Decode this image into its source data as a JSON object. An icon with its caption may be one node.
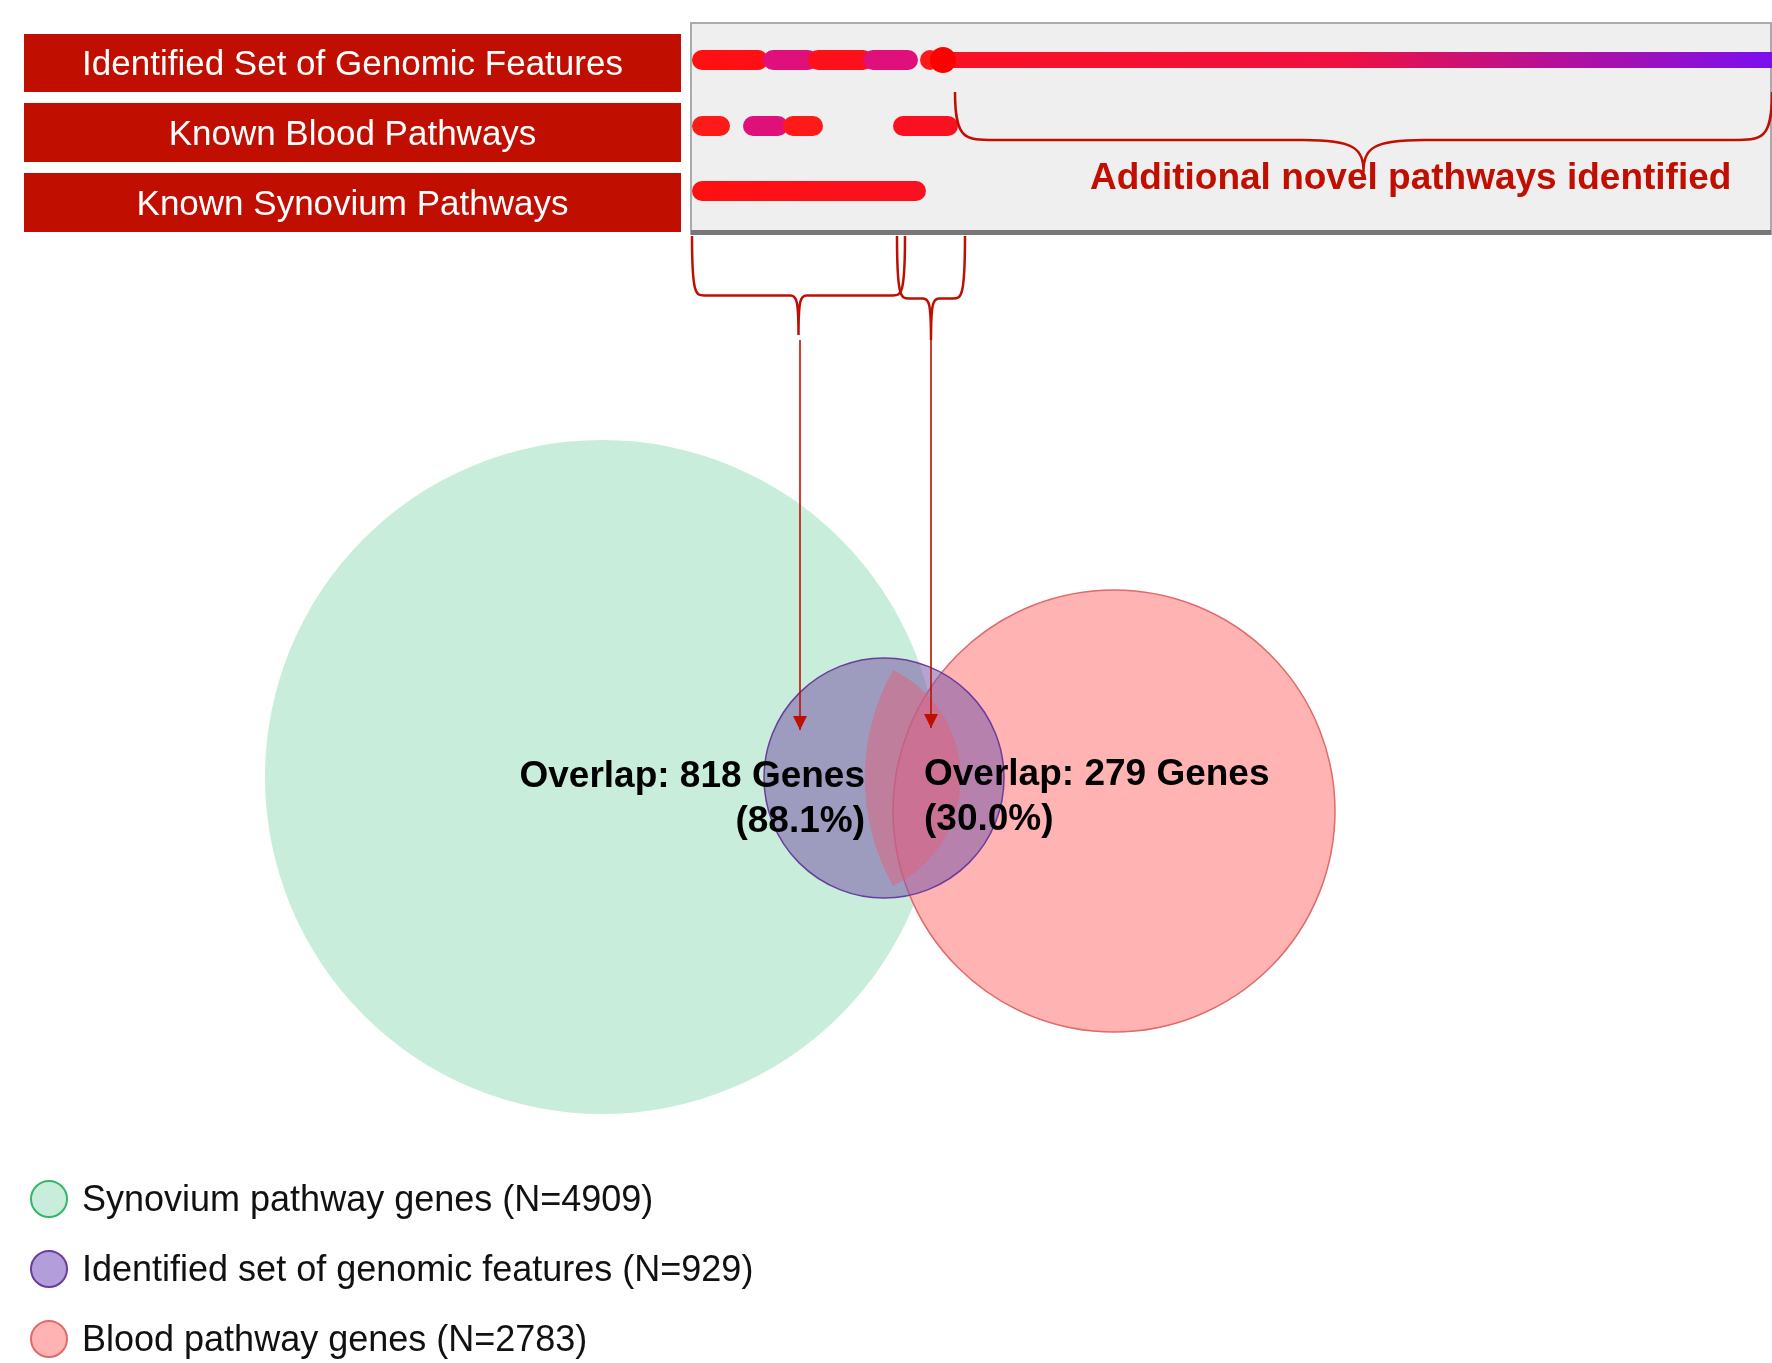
{
  "diagram": {
    "nodes": [
      {
        "text": [
          "Identified Set of Genomic Features"
        ]
      },
      {
        "text": [
          "Known Blood Pathways"
        ]
      },
      {
        "text": [
          "Known Synovium Pathways"
        ]
      },
      {
        "text": [],
        "shape": "picture"
      },
      {
        "text": [
          "Overlap: 818 Genes (88.1%)"
        ]
      },
      {
        "text": [
          "Overlap: 279 Genes (30.0%)"
        ]
      }
    ],
    "edges": [
      {
        "from": 3,
        "to": 4,
        "arrow": "to"
      },
      {
        "from": 3,
        "to": 5,
        "arrow": "to"
      }
    ],
    "labels": [
      "Additional novel pathways identified"
    ],
    "legend": [
      {
        "text": "Synovium pathway genes (N=4909)",
        "color": "#c8eedb"
      },
      {
        "text": "Identified set of genomic features (N=929)",
        "color": "#b39ddb"
      },
      {
        "text": "Blood pathway genes (N=2783)",
        "color": "#ffb3b3"
      }
    ]
  }
}
